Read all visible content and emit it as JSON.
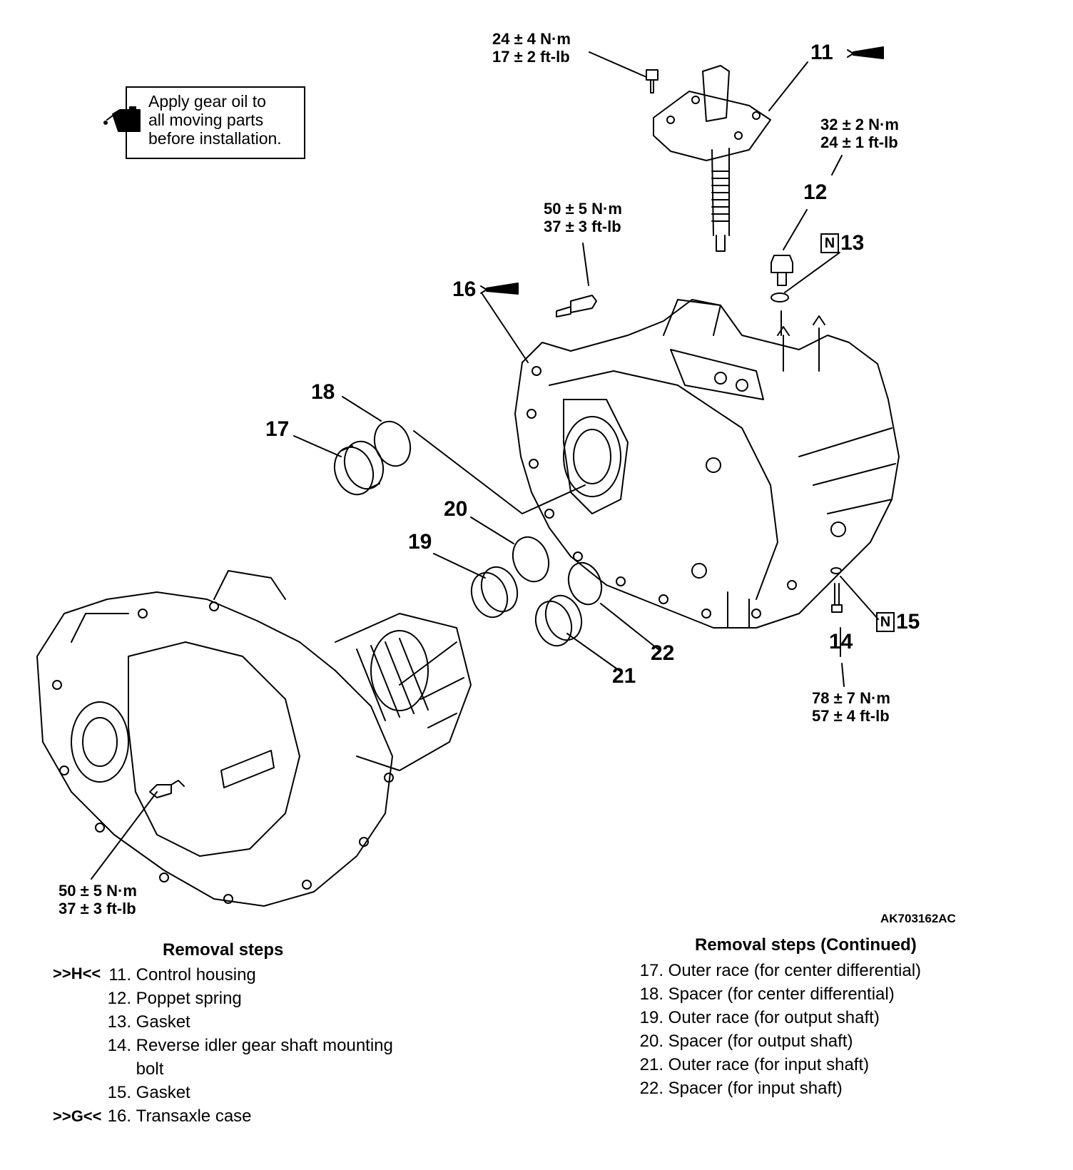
{
  "note": {
    "line1": "Apply gear oil to",
    "line2": "all moving parts",
    "line3": "before installation."
  },
  "callouts": {
    "c11": "11",
    "c12": "12",
    "c13": "13",
    "c14": "14",
    "c15": "15",
    "c16": "16",
    "c17": "17",
    "c18": "18",
    "c19": "19",
    "c20": "20",
    "c21": "21",
    "c22": "22",
    "new_part_mark": "N"
  },
  "torques": {
    "t_top": {
      "metric": "24 ± 4 N·m",
      "imperial": "17 ± 2 ft-lb"
    },
    "t_right": {
      "metric": "32 ± 2 N·m",
      "imperial": "24 ± 1 ft-lb"
    },
    "t_mid": {
      "metric": "50 ± 5 N·m",
      "imperial": "37 ± 3 ft-lb"
    },
    "t_bottom_right": {
      "metric": "78 ± 7 N·m",
      "imperial": "57 ± 4 ft-lb"
    },
    "t_bottom_left": {
      "metric": "50 ± 5 N·m",
      "imperial": "37 ± 3 ft-lb"
    }
  },
  "figure_ref": "AK703162AC",
  "removal_steps": {
    "title": "Removal steps",
    "marks": {
      "m1": ">>H<<",
      "m2": ">>G<<"
    },
    "items": [
      {
        "num": "11.",
        "text": "Control housing"
      },
      {
        "num": "12.",
        "text": "Poppet spring"
      },
      {
        "num": "13.",
        "text": "Gasket"
      },
      {
        "num": "14.",
        "text": "Reverse idler gear shaft mounting",
        "text2": "bolt"
      },
      {
        "num": "15.",
        "text": "Gasket"
      },
      {
        "num": "16.",
        "text": "Transaxle case"
      }
    ]
  },
  "removal_steps_continued": {
    "title": "Removal steps (Continued)",
    "items": [
      {
        "num": "17.",
        "text": "Outer race (for center differential)"
      },
      {
        "num": "18.",
        "text": "Spacer (for center differential)"
      },
      {
        "num": "19.",
        "text": "Outer race (for output shaft)"
      },
      {
        "num": "20.",
        "text": "Spacer (for output shaft)"
      },
      {
        "num": "21.",
        "text": "Outer race (for input shaft)"
      },
      {
        "num": "22.",
        "text": "Spacer (for input shaft)"
      }
    ]
  }
}
